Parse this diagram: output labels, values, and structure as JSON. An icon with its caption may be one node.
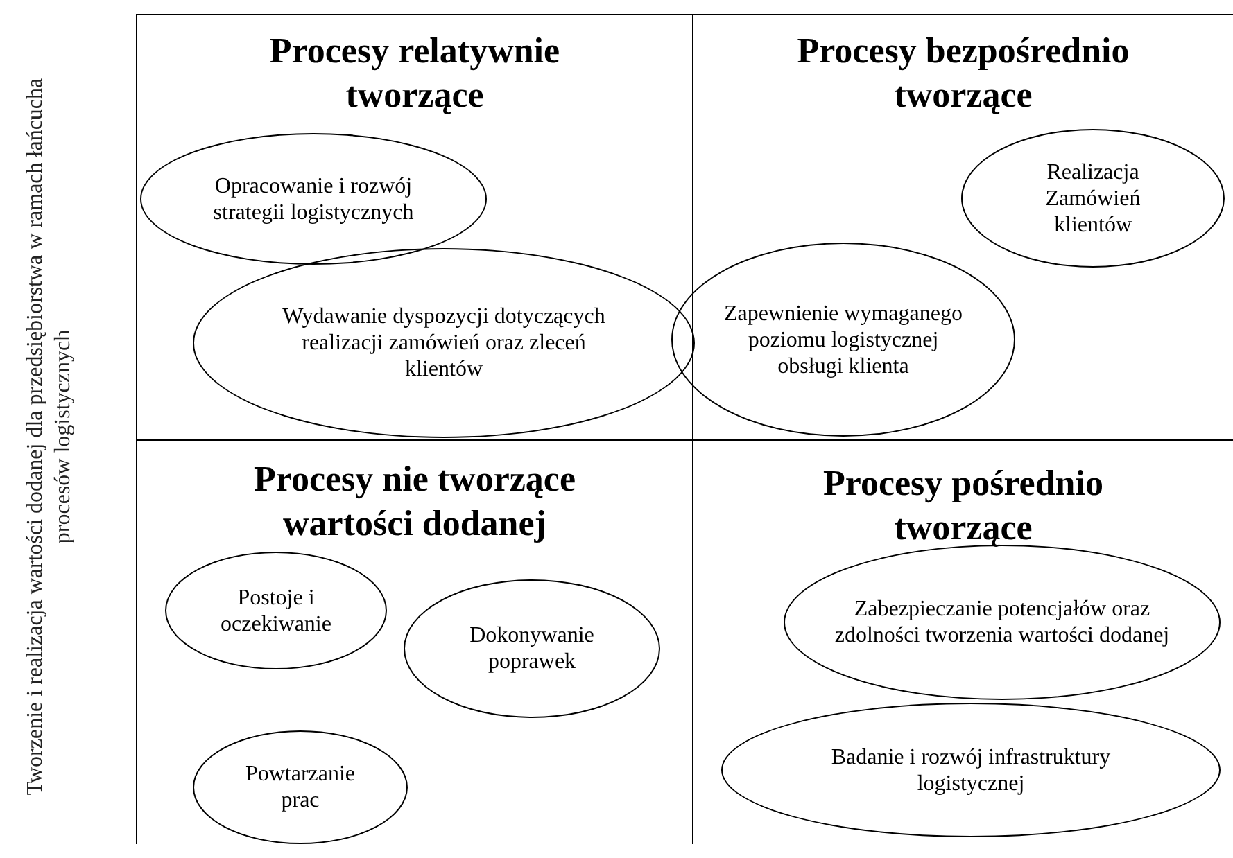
{
  "diagram": {
    "nodes": [
      {
        "text": [
          "Procesy relatywnie tworzące"
        ]
      },
      {
        "text": [
          "Opracowanie i rozwój strategii logistycznych"
        ],
        "in": 0
      },
      {
        "text": [
          "Wydawanie dyspozycji dotyczących realizacji zamówień oraz zleceń klientów"
        ],
        "in": 0
      },
      {
        "text": [
          "Procesy bezpośrednio tworzące"
        ]
      },
      {
        "text": [
          "Realizacja Zamówień klientów"
        ],
        "in": 3
      },
      {
        "text": [
          "Zapewnienie wymaganego poziomu logistycznej obsługi klienta"
        ]
      },
      {
        "text": [
          "Procesy nie tworzące wartości dodanej"
        ]
      },
      {
        "text": [
          "Postoje i oczekiwanie"
        ],
        "in": 6
      },
      {
        "text": [
          "Dokonywanie poprawek"
        ],
        "in": 6
      },
      {
        "text": [
          "Powtarzanie prac"
        ],
        "in": 6
      },
      {
        "text": [
          "Procesy pośrednio tworzące"
        ]
      },
      {
        "text": [
          "Zabezpieczanie potencjałów oraz zdolności tworzenia wartości dodanej"
        ],
        "in": 10
      },
      {
        "text": [
          "Badanie i rozwój infrastruktury logistycznej"
        ],
        "in": 10
      }
    ],
    "edges": [],
    "labels": [
      "Tworzenie i realizacja wartości dodanej dla przedsiębiorstwa w ramach łańcucha procesów logistycznych"
    ]
  }
}
